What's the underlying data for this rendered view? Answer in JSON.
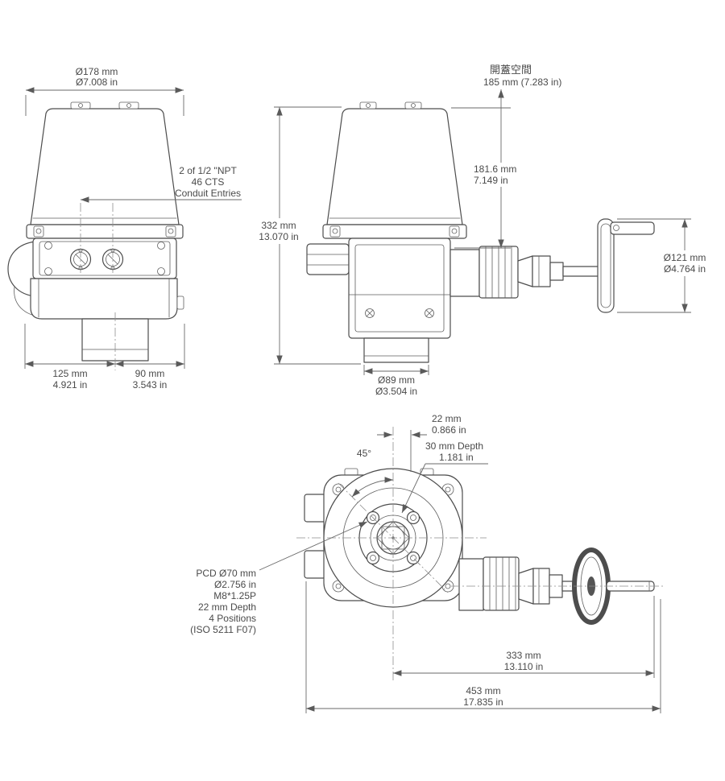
{
  "drawing": {
    "front_view": {
      "width_dia_mm": "Ø178 mm",
      "width_dia_in": "Ø7.008 in",
      "conduit_note_line1": "2 of 1/2 \"NPT",
      "conduit_note_line2": "46 CTS",
      "conduit_note_line3": "Conduit Entries",
      "left_width_mm": "125 mm",
      "left_width_in": "4.921 in",
      "right_width_mm": "90 mm",
      "right_width_in": "3.543 in"
    },
    "side_view": {
      "clearance_title": "開蓋空間",
      "clearance_value": "185 mm (7.283 in)",
      "cover_height_mm": "181.6 mm",
      "cover_height_in": "7.149 in",
      "overall_height_mm": "332 mm",
      "overall_height_in": "13.070 in",
      "base_dia_mm": "Ø89 mm",
      "base_dia_in": "Ø3.504 in",
      "handwheel_dia_mm": "Ø121 mm",
      "handwheel_dia_in": "Ø4.764 in"
    },
    "top_view": {
      "offset_mm": "22 mm",
      "offset_in": "0.866 in",
      "socket_depth": "30 mm Depth",
      "socket_depth_in": "1.181 in",
      "bolt_angle": "45°",
      "pcd_line1": "PCD Ø70 mm",
      "pcd_line2": "Ø2.756 in",
      "pcd_line3": "M8*1.25P",
      "pcd_line4": "22 mm Depth",
      "pcd_line5": "4 Positions",
      "pcd_line6": "(ISO 5211 F07)",
      "length_to_wheel_mm": "333 mm",
      "length_to_wheel_in": "13.110 in",
      "overall_length_mm": "453 mm",
      "overall_length_in": "17.835 in"
    }
  }
}
